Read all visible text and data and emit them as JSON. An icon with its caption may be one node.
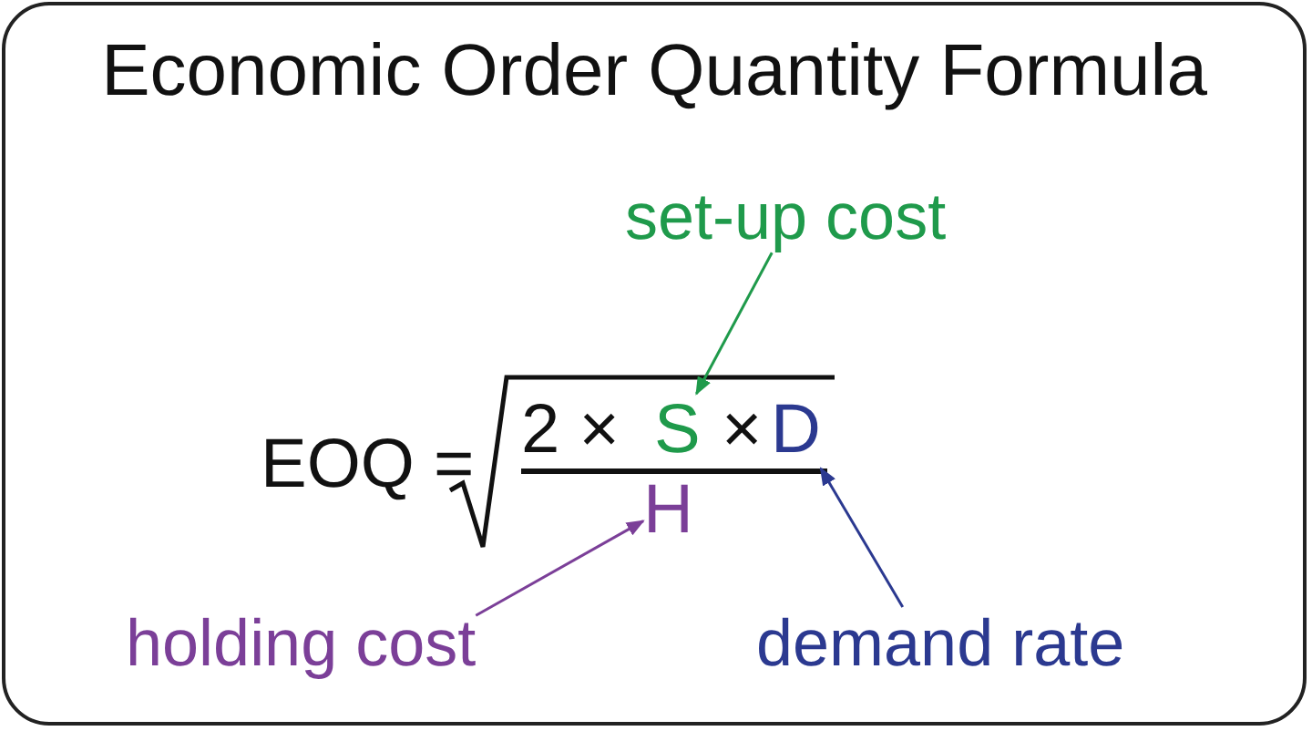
{
  "diagram": {
    "title": "Economic Order Quantity Formula",
    "nodes": [
      {
        "text": [
          "set-up cost"
        ]
      },
      {
        "text": [
          "S"
        ]
      },
      {
        "text": [
          "holding cost"
        ]
      },
      {
        "text": [
          "H"
        ]
      },
      {
        "text": [
          "demand rate"
        ]
      },
      {
        "text": [
          "D"
        ]
      }
    ],
    "edges": [
      {
        "from": 0,
        "to": 1,
        "arrow": "to",
        "color": "#1f9a4b"
      },
      {
        "from": 2,
        "to": 3,
        "arrow": "to",
        "color": "#7b3f98"
      },
      {
        "from": 4,
        "to": 5,
        "arrow": "to",
        "color": "#2b3990"
      }
    ],
    "labels": [
      "EOQ =",
      "2 ×",
      "×"
    ]
  }
}
